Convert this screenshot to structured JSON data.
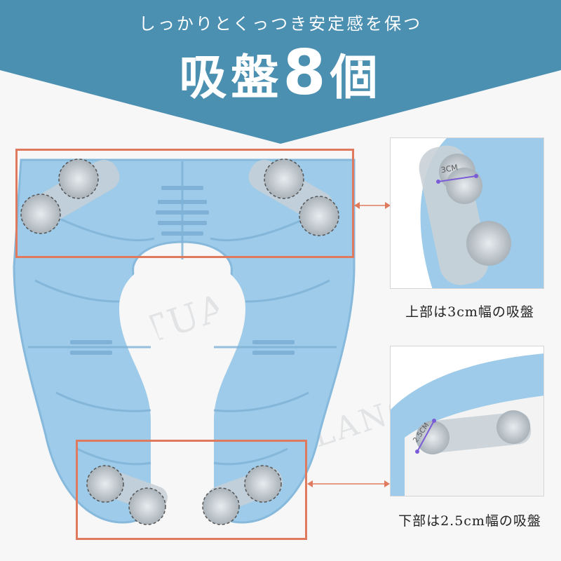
{
  "header": {
    "subtitle": "しっかりとくっつき安定感を保つ",
    "title_prefix": "吸盤",
    "title_number": "8",
    "title_suffix": "個",
    "banner_color": "#4b8fb1"
  },
  "product": {
    "seat_color": "#9dcbe9",
    "suction_cup_count": 8
  },
  "highlight_color": "#e07a5f",
  "insets": {
    "top": {
      "measure_label": "3CM",
      "caption": "上部は3cm幅の吸盤"
    },
    "bottom": {
      "measure_label": "2.5CM",
      "caption": "下部は2.5cm幅の吸盤"
    }
  },
  "watermark": "LANCTUARY"
}
